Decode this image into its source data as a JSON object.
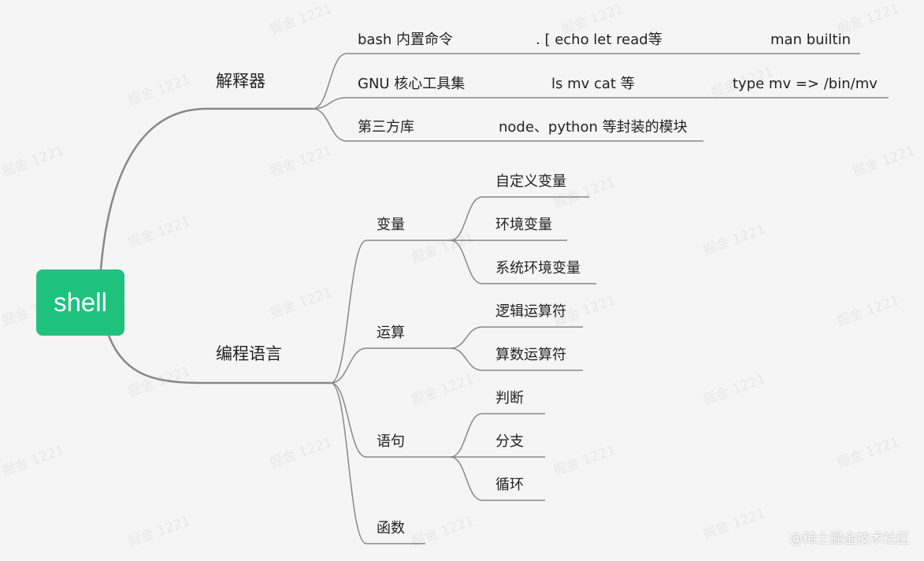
{
  "colors": {
    "root_fill": "#1fc27d",
    "line": "#888888",
    "text": "#222222"
  },
  "root": {
    "label": "shell"
  },
  "branches": [
    {
      "id": "interpreter",
      "label": "解释器",
      "children": [
        {
          "id": "bash",
          "cols": [
            "bash 内置命令",
            ".  [   echo   let   read等",
            "man builtin"
          ]
        },
        {
          "id": "gnu",
          "cols": [
            "GNU 核心工具集",
            "ls    mv   cat 等",
            "type mv =>  /bin/mv"
          ]
        },
        {
          "id": "third",
          "cols": [
            "第三方库",
            "node、python 等封装的模块"
          ]
        }
      ]
    },
    {
      "id": "lang",
      "label": "编程语言",
      "children": [
        {
          "id": "var",
          "label": "变量",
          "children": [
            "自定义变量",
            "环境变量",
            "系统环境变量"
          ]
        },
        {
          "id": "calc",
          "label": "运算",
          "children": [
            "逻辑运算符",
            "算数运算符"
          ]
        },
        {
          "id": "stmt",
          "label": "语句",
          "children": [
            "判断",
            "分支",
            "循环"
          ]
        },
        {
          "id": "func",
          "label": "函数",
          "children": []
        }
      ]
    }
  ],
  "watermark": {
    "text": "掘金 1221"
  },
  "credit": {
    "text": "@稀土掘金技术社区"
  }
}
